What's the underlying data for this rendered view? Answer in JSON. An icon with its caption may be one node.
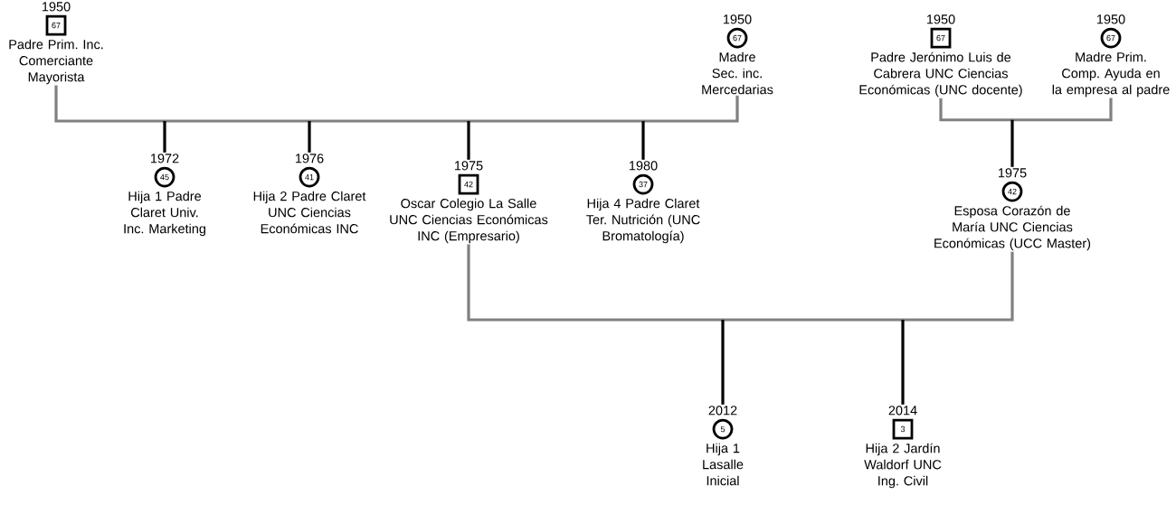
{
  "diagram": {
    "nodes": [
      {
        "text": [
          "67",
          "Padre Prim. Inc. Comerciante Mayorista"
        ],
        "beside": [
          "1950"
        ]
      },
      {
        "text": [
          "67",
          "Madre Sec. inc. Mercedarias"
        ],
        "beside": [
          "1950"
        ]
      },
      {
        "text": [
          "67",
          "Padre Jerónimo Luis de Cabrera UNC Ciencias Económicas (UNC docente)"
        ],
        "beside": [
          "1950"
        ]
      },
      {
        "text": [
          "67",
          "Madre Prim. Comp. Ayuda en la empresa al padre"
        ],
        "beside": [
          "1950"
        ]
      },
      {
        "text": [
          "45",
          "Hija 1 Padre Claret Univ. Inc. Marketing"
        ],
        "beside": [
          "1972"
        ]
      },
      {
        "text": [
          "41",
          "Hija 2 Padre Claret UNC Ciencias Económicas INC"
        ],
        "beside": [
          "1976"
        ]
      },
      {
        "text": [
          "42",
          "Oscar Colegio La Salle UNC Ciencias Económicas INC (Empresario)"
        ],
        "beside": [
          "1975"
        ]
      },
      {
        "text": [
          "37",
          "Hija 4 Padre Claret Ter. Nutrición (UNC Bromatología)"
        ],
        "beside": [
          "1980"
        ]
      },
      {
        "text": [
          "42",
          "Esposa Corazón de María UNC Ciencias Económicas (UCC Master)"
        ],
        "beside": [
          "1975"
        ]
      },
      {
        "text": [
          "5",
          "Hija 1 Lasalle Inicial"
        ],
        "beside": [
          "2012"
        ]
      },
      {
        "text": [
          "3",
          "Hija 2 Jardín Waldorf UNC Ing. Civil"
        ],
        "beside": [
          "2014"
        ]
      }
    ],
    "edges": [
      {
        "from": 0,
        "to": 1,
        "arrow": "none",
        "color": "#808080"
      },
      {
        "from": 2,
        "to": 3,
        "arrow": "none",
        "color": "#808080"
      },
      {
        "from": 6,
        "to": 8,
        "arrow": "none",
        "color": "#808080"
      },
      {
        "from": null,
        "to": 4,
        "arrow": "none"
      },
      {
        "from": null,
        "to": 5,
        "arrow": "none"
      },
      {
        "from": null,
        "to": 6,
        "arrow": "none"
      },
      {
        "from": null,
        "to": 7,
        "arrow": "none"
      },
      {
        "from": null,
        "to": 8,
        "arrow": "none"
      },
      {
        "from": null,
        "to": 9,
        "arrow": "none"
      },
      {
        "from": null,
        "to": 10,
        "arrow": "none"
      }
    ]
  }
}
